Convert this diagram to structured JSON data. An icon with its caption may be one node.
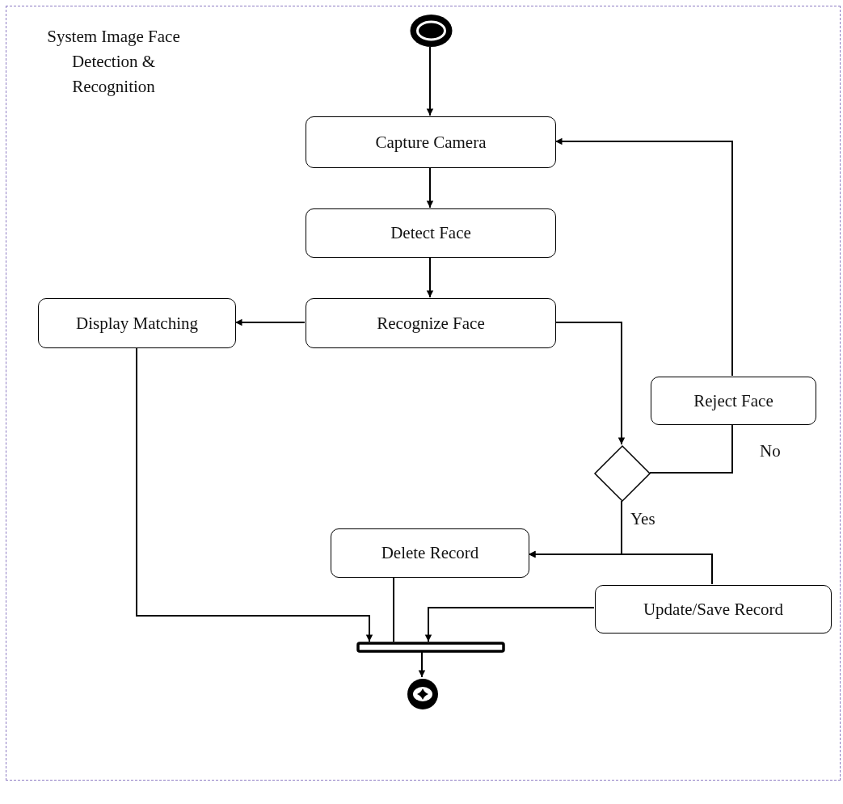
{
  "diagram": {
    "nodes": [
      {
        "text": [
          "System Image Face Detection & Recognition"
        ]
      },
      {
        "text": [],
        "shape": "circle",
        "in": 0
      },
      {
        "text": [
          "Capture Camera"
        ],
        "in": 0
      },
      {
        "text": [
          "Detect Face"
        ],
        "in": 0
      },
      {
        "text": [
          "Display Matching"
        ],
        "in": 0
      },
      {
        "text": [
          "Recognize Face"
        ],
        "in": 0
      },
      {
        "text": [
          "Reject Face"
        ],
        "in": 0
      },
      {
        "text": [],
        "shape": "diamond",
        "in": 0
      },
      {
        "text": [
          "Delete Record"
        ],
        "in": 0
      },
      {
        "text": [
          "Update/Save Record"
        ],
        "in": 0
      },
      {
        "text": [],
        "shape": "bar",
        "in": 0
      },
      {
        "text": [],
        "shape": "circle",
        "in": 0
      }
    ],
    "edges": [
      {
        "from": 1,
        "to": 2,
        "arrow": "to"
      },
      {
        "from": 2,
        "to": 3,
        "arrow": "to"
      },
      {
        "from": 3,
        "to": 5,
        "arrow": "to"
      },
      {
        "from": 5,
        "to": 4,
        "arrow": "to"
      },
      {
        "from": 5,
        "to": 7,
        "arrow": "to"
      },
      {
        "from": 7,
        "to": 6,
        "arrow": "none",
        "label": "No"
      },
      {
        "from": 6,
        "to": 2,
        "arrow": "to"
      },
      {
        "from": 7,
        "to": 8,
        "arrow": "to",
        "label": "Yes"
      },
      {
        "from": 9,
        "to": 8,
        "arrow": "to"
      },
      {
        "from": 4,
        "to": 10,
        "arrow": "to"
      },
      {
        "from": 8,
        "to": 10,
        "arrow": "none"
      },
      {
        "from": 9,
        "to": 10,
        "arrow": "to"
      },
      {
        "from": 10,
        "to": 11,
        "arrow": "to"
      }
    ]
  }
}
